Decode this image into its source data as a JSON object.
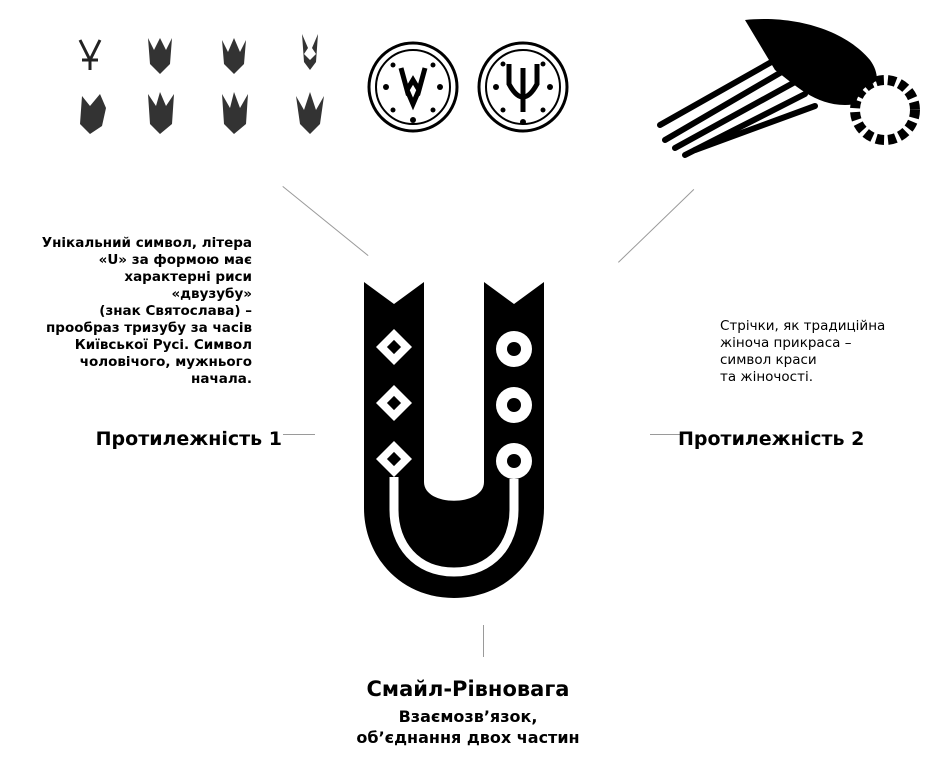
{
  "left": {
    "description_lines": [
      "Унікальний символ, літера",
      "«U» за формою має",
      "характерні риси «двузубу»",
      "(знак Святослава) –",
      "прообраз тризубу за часів",
      "Київської Русі. Символ",
      "чоловічого,  мужнього",
      "начала."
    ],
    "heading": "Протилежність 1"
  },
  "right": {
    "description_lines": [
      "Стрічки, як традиційна",
      "жіноча прикраса –",
      "символ краси",
      "та жіночості."
    ],
    "heading": "Протилежність 2"
  },
  "center": {
    "title": "Смайл-Рівновага",
    "description_lines": [
      "Взаємозв’язок,",
      "об’єднання двох частин"
    ]
  }
}
